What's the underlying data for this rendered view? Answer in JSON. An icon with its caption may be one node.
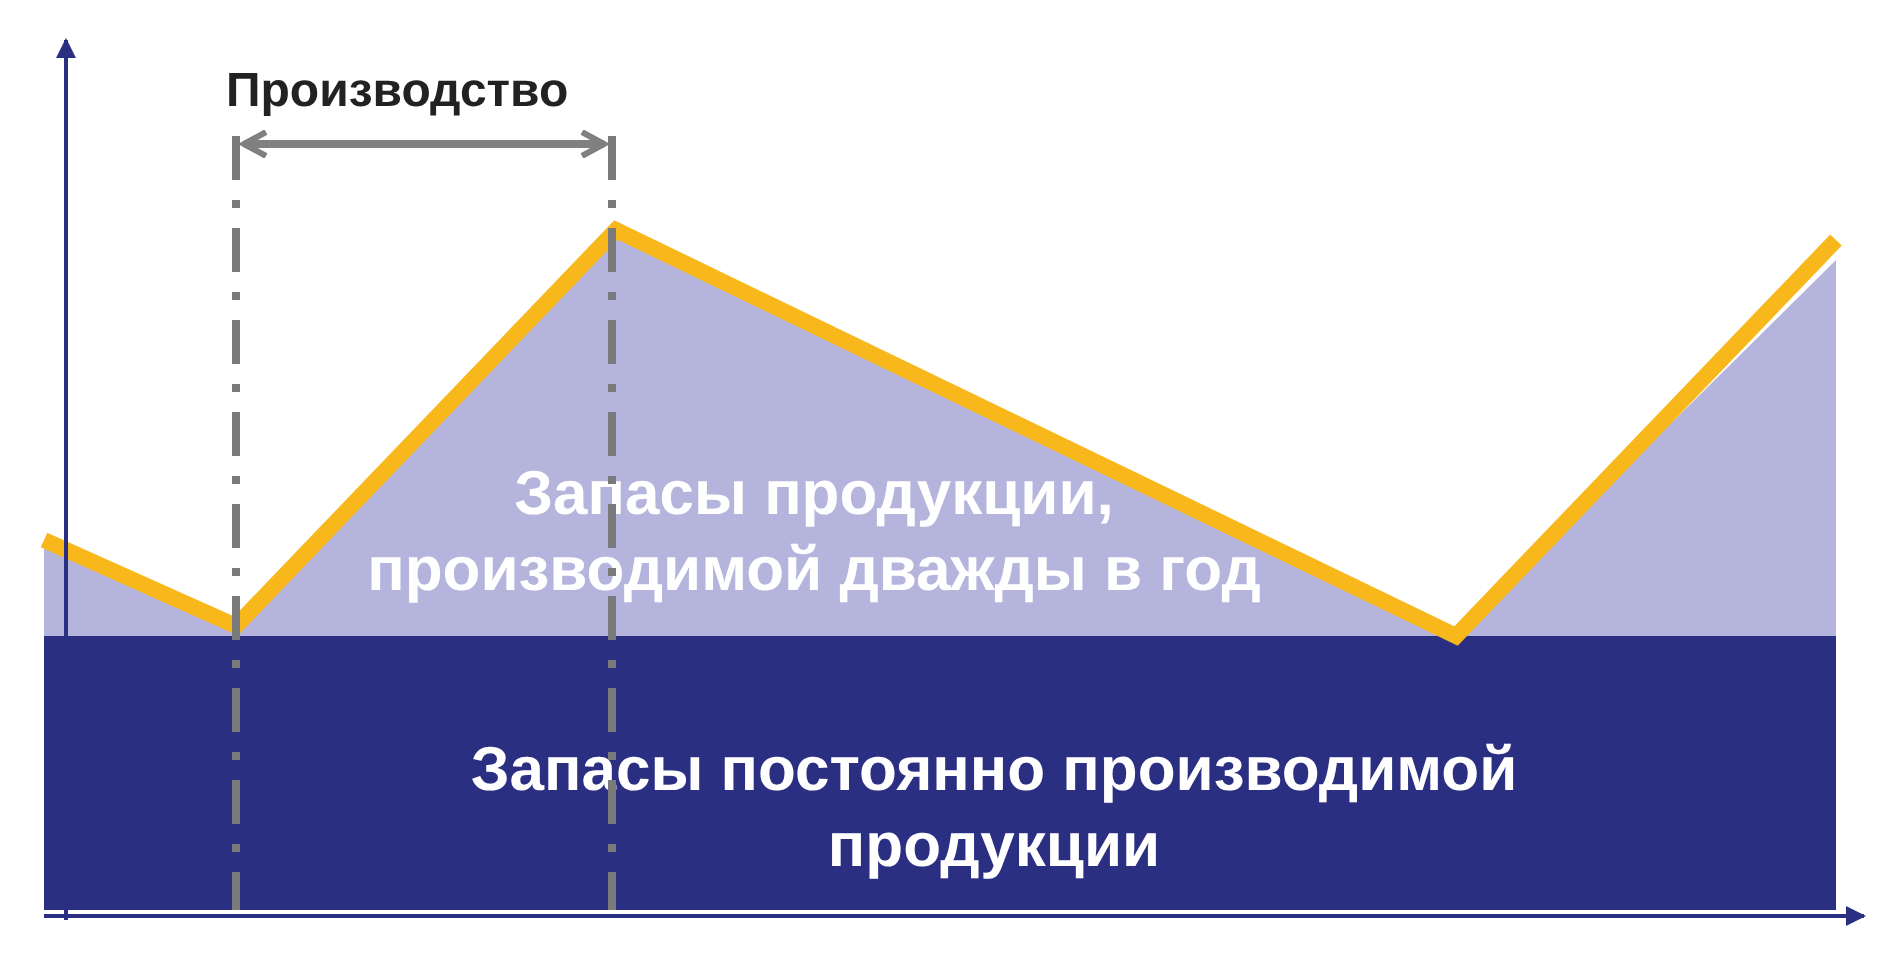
{
  "diagram": {
    "nodes": [
      {
        "text": [
          "Запасы продукции, производимой дважды в год"
        ]
      },
      {
        "text": [
          "Запасы постоянно производимой продукции"
        ]
      }
    ],
    "labels": [
      "Производство"
    ]
  }
}
